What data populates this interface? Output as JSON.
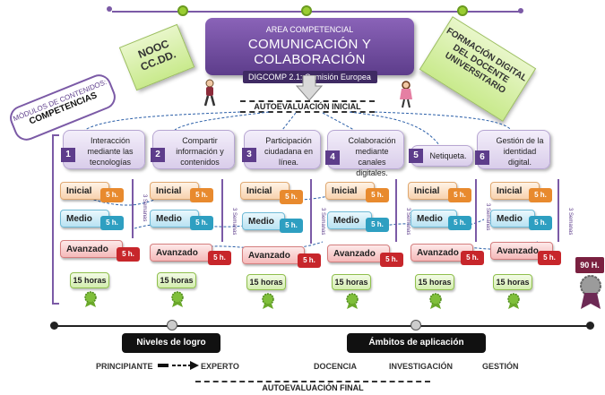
{
  "header": {
    "area_label": "AREA COMPETENCIAL",
    "area_title": "COMUNICACIÓN Y COLABORACIÓN",
    "area_source": "DIGCOMP 2.1: Comisión Europea"
  },
  "side_notes": {
    "nooc": "NOOC CC.DD.",
    "formacion": "FORMACIÓN DIGITAL DEL DOCENTE UNIVERSITARIO",
    "modulos_small": "MÓDULOS DE CONTENIDOS:",
    "modulos_big": "COMPETENCIAS"
  },
  "autoevaluacion_inicial": "AUTOEVALUACIÓN INICIAL",
  "autoevaluacion_final": "AUTOEVALUACIÓN FINAL",
  "levels": {
    "inicial": "Inicial",
    "medio": "Medio",
    "avanzado": "Avanzado"
  },
  "hours_label": "5 h.",
  "semanas": "3 Semanas",
  "competencies": [
    {
      "num": "1",
      "title": "Interacción mediante las tecnologías",
      "total": "15 horas"
    },
    {
      "num": "2",
      "title": "Compartir información y contenidos",
      "total": "15 horas"
    },
    {
      "num": "3",
      "title": "Participación ciudadana en línea.",
      "total": "15 horas"
    },
    {
      "num": "4",
      "title": "Colaboración mediante canales digitales.",
      "total": "15 horas"
    },
    {
      "num": "5",
      "title": "Netiqueta.",
      "total": "15 horas"
    },
    {
      "num": "6",
      "title": "Gestión de la identidad digital.",
      "total": "15 horas"
    }
  ],
  "grand_total": "90 H.",
  "niveles_logro": "Niveles de logro",
  "principiante": "PRINCIPIANTE",
  "experto": "EXPERTO",
  "ambitos": "Ámbitos de aplicación",
  "ambitos_items": [
    "DOCENCIA",
    "INVESTIGACIÓN",
    "GESTIÓN"
  ],
  "colors": {
    "purple": "#5d3d8b",
    "green": "#9acd32",
    "orange": "#e88a2e",
    "blue": "#2e9fc1",
    "red": "#c7262b"
  }
}
